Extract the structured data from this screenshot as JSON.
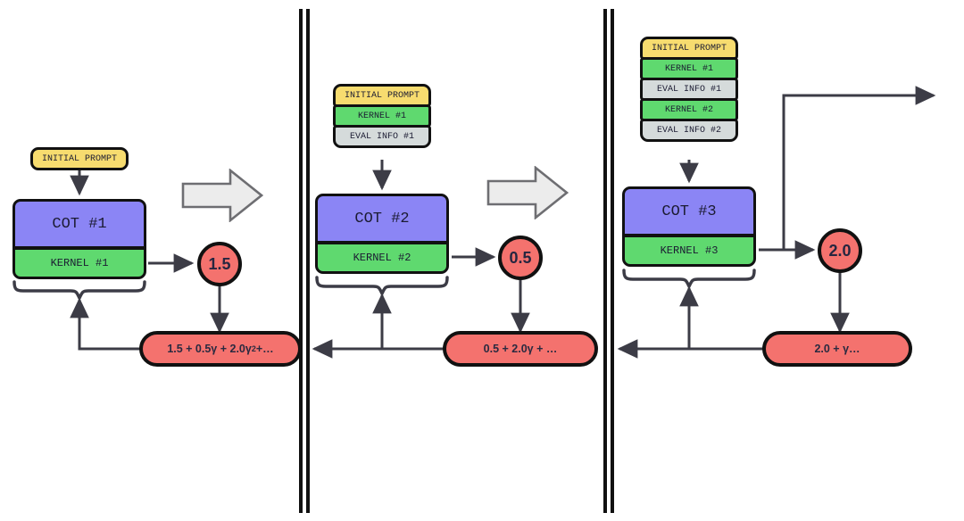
{
  "diagram": {
    "title": "Iterative kernel-generation RL rollout with discounted returns",
    "colors": {
      "prompt": "#f7dc6f",
      "kernel": "#5fd96f",
      "eval": "#d5dbdb",
      "cot": "#8b85f5",
      "reward": "#f4726e",
      "stroke": "#111111",
      "wire": "#3c3c46",
      "block_arrow_fill": "#ececec",
      "block_arrow_stroke": "#6e6e72"
    }
  },
  "stages": [
    {
      "id": "stage-1",
      "context": [
        {
          "kind": "prompt",
          "label": "INITIAL PROMPT"
        }
      ],
      "cot": {
        "label": "COT #1"
      },
      "kernel": {
        "label": "KERNEL #1"
      },
      "reward": {
        "value": "1.5"
      },
      "return": {
        "label": "1.5 + 0.5γ + 2.0γ",
        "exponent": "2",
        "tail": "+…"
      }
    },
    {
      "id": "stage-2",
      "context": [
        {
          "kind": "prompt",
          "label": "INITIAL PROMPT"
        },
        {
          "kind": "kernel",
          "label": "KERNEL #1"
        },
        {
          "kind": "eval",
          "label": "EVAL INFO #1"
        }
      ],
      "cot": {
        "label": "COT #2"
      },
      "kernel": {
        "label": "KERNEL #2"
      },
      "reward": {
        "value": "0.5"
      },
      "return": {
        "label": "0.5 + 2.0γ + …",
        "exponent": "",
        "tail": ""
      }
    },
    {
      "id": "stage-3",
      "context": [
        {
          "kind": "prompt",
          "label": "INITIAL PROMPT"
        },
        {
          "kind": "kernel",
          "label": "KERNEL #1"
        },
        {
          "kind": "eval",
          "label": "EVAL INFO #1"
        },
        {
          "kind": "kernel",
          "label": "KERNEL #2"
        },
        {
          "kind": "eval",
          "label": "EVAL INFO #2"
        }
      ],
      "cot": {
        "label": "COT #3"
      },
      "kernel": {
        "label": "KERNEL #3"
      },
      "reward": {
        "value": "2.0"
      },
      "return": {
        "label": "2.0 + γ…",
        "exponent": "",
        "tail": ""
      }
    }
  ],
  "transitions": [
    {
      "id": "transition-1-2",
      "icon": "block-arrow-right"
    },
    {
      "id": "transition-2-3",
      "icon": "block-arrow-right"
    }
  ],
  "continuation": {
    "id": "continue-arrow",
    "icon": "arrow-right"
  },
  "separators": [
    {
      "id": "phase-separator-1"
    },
    {
      "id": "phase-separator-2"
    }
  ]
}
